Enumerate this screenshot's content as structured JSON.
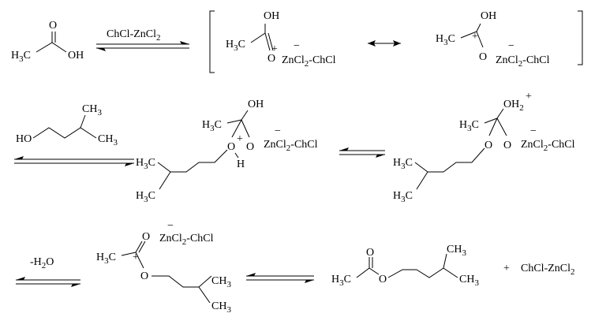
{
  "reagent": "ChCl-ZnCl",
  "sub2": "2",
  "h3c": "H",
  "sub3": "3",
  "c": "C",
  "oh": "OH",
  "o": "O",
  "ho": "HO",
  "ch": "CH",
  "h": "H",
  "plus": "+",
  "minus": "−",
  "zn": "ZnCl",
  "chcl": "-ChCl",
  "water_prefix": "-H",
  "water_o": "O",
  "plus_sign": "+"
}
